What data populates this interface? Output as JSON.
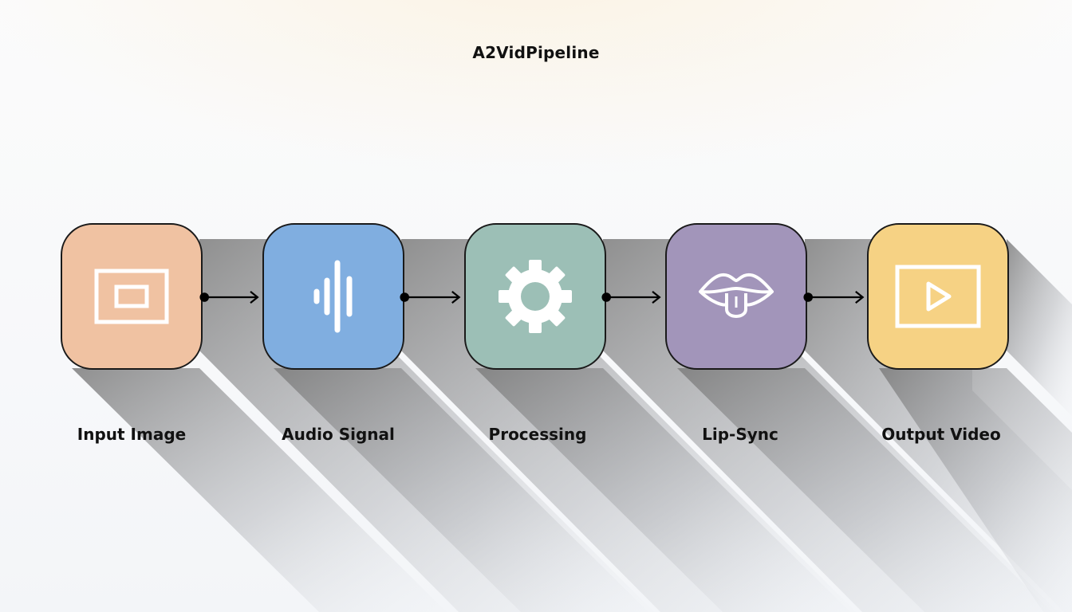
{
  "diagram": {
    "title": "A2VidPipeline",
    "steps": [
      {
        "label": "Input Image",
        "icon": "image-frame-icon",
        "color": "#f0c2a2"
      },
      {
        "label": "Audio Signal",
        "icon": "audio-waveform-icon",
        "color": "#80aee0"
      },
      {
        "label": "Processing",
        "icon": "gear-icon",
        "color": "#9cbfb6"
      },
      {
        "label": "Lip-Sync",
        "icon": "lips-tongue-icon",
        "color": "#a295ba"
      },
      {
        "label": "Output Video",
        "icon": "video-play-icon",
        "color": "#f6d284"
      }
    ]
  }
}
